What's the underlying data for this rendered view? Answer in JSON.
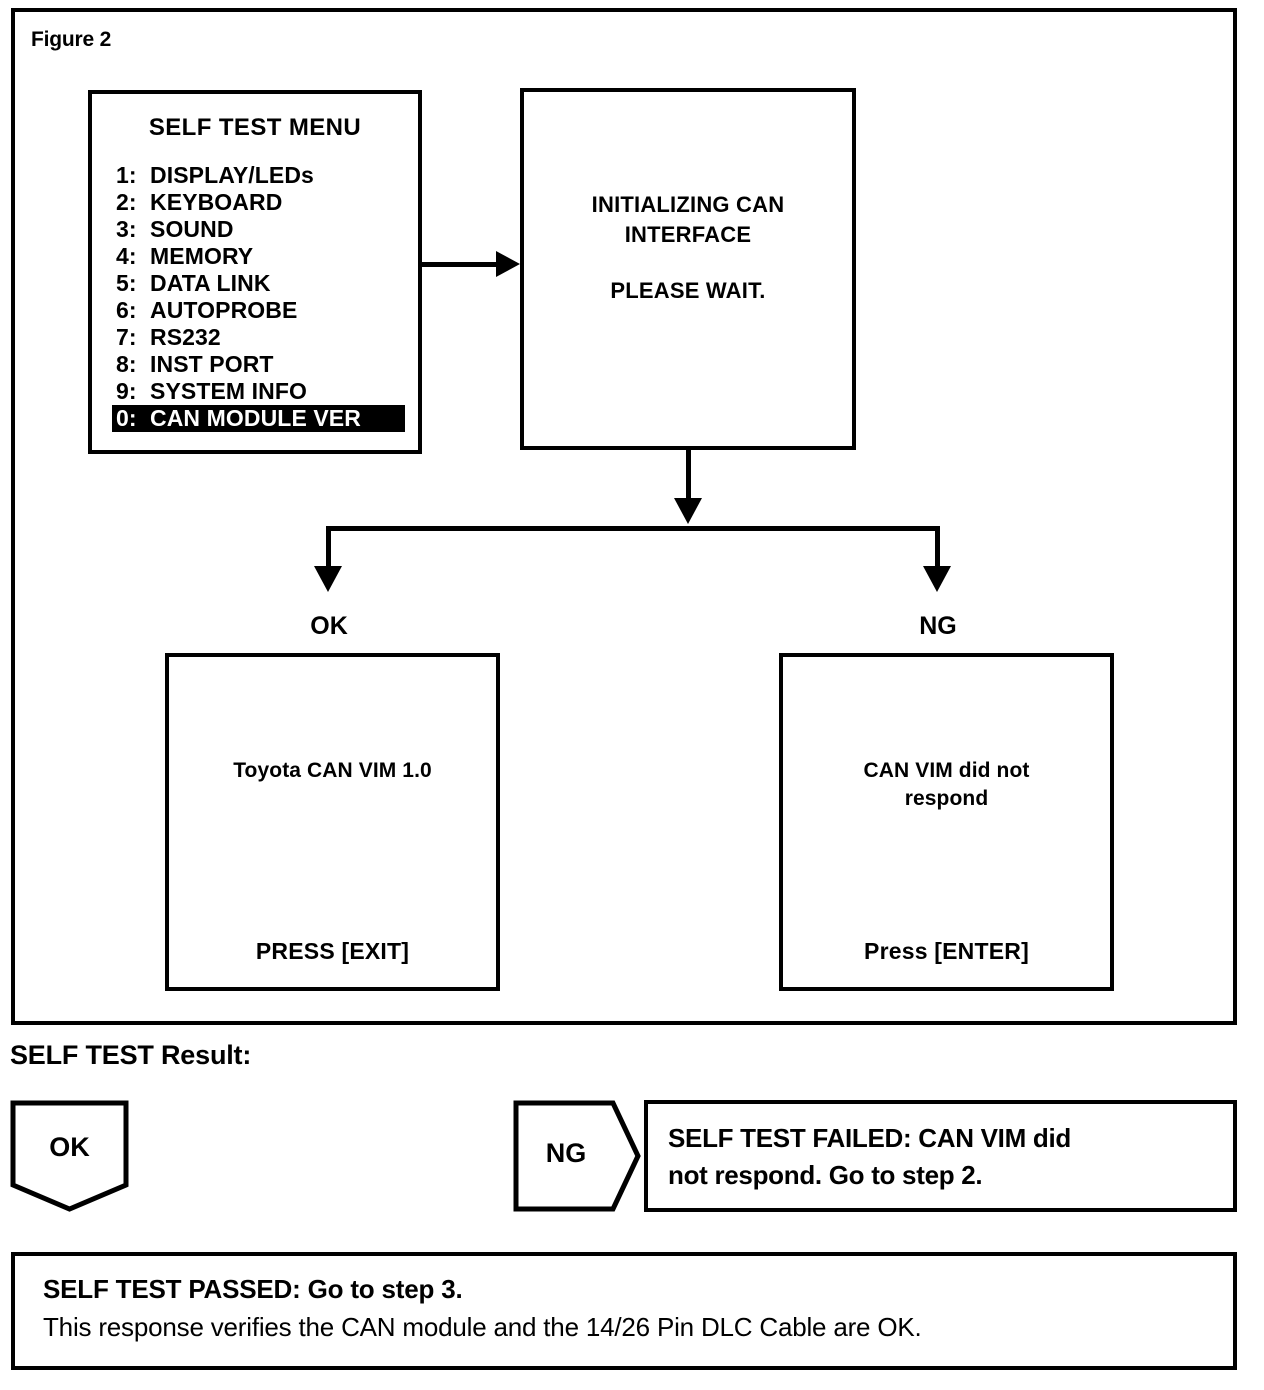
{
  "figure": {
    "caption": "Figure 2"
  },
  "menu_screen": {
    "title": "SELF TEST MENU",
    "items": [
      {
        "num": "1:",
        "label": "DISPLAY/LEDs",
        "selected": false
      },
      {
        "num": "2:",
        "label": "KEYBOARD",
        "selected": false
      },
      {
        "num": "3:",
        "label": "SOUND",
        "selected": false
      },
      {
        "num": "4:",
        "label": "MEMORY",
        "selected": false
      },
      {
        "num": "5:",
        "label": "DATA LINK",
        "selected": false
      },
      {
        "num": "6:",
        "label": "AUTOPROBE",
        "selected": false
      },
      {
        "num": "7:",
        "label": "RS232",
        "selected": false
      },
      {
        "num": "8:",
        "label": "INST PORT",
        "selected": false
      },
      {
        "num": "9:",
        "label": "SYSTEM INFO",
        "selected": false
      },
      {
        "num": "0:",
        "label": "CAN MODULE VER",
        "selected": true
      }
    ]
  },
  "init_screen": {
    "line1": "INITIALIZING CAN",
    "line2": "INTERFACE",
    "wait": "PLEASE WAIT."
  },
  "branches": {
    "ok_label": "OK",
    "ng_label": "NG"
  },
  "ok_screen": {
    "message": "Toyota CAN VIM 1.0",
    "prompt": "PRESS [EXIT]"
  },
  "ng_screen": {
    "line1": "CAN VIM did not",
    "line2": "respond",
    "prompt": "Press [ENTER]"
  },
  "result_section": {
    "heading": "SELF TEST Result:",
    "ok_tag": "OK",
    "ng_tag": "NG",
    "fail_line1": "SELF TEST FAILED: CAN VIM did",
    "fail_line2": "not respond. Go to step 2."
  },
  "passed_box": {
    "title": "SELF TEST PASSED: Go to step 3.",
    "body": "This response verifies the CAN module and the 14/26 Pin DLC Cable are OK."
  },
  "colors": {
    "ink": "#000000",
    "paper": "#ffffff"
  }
}
